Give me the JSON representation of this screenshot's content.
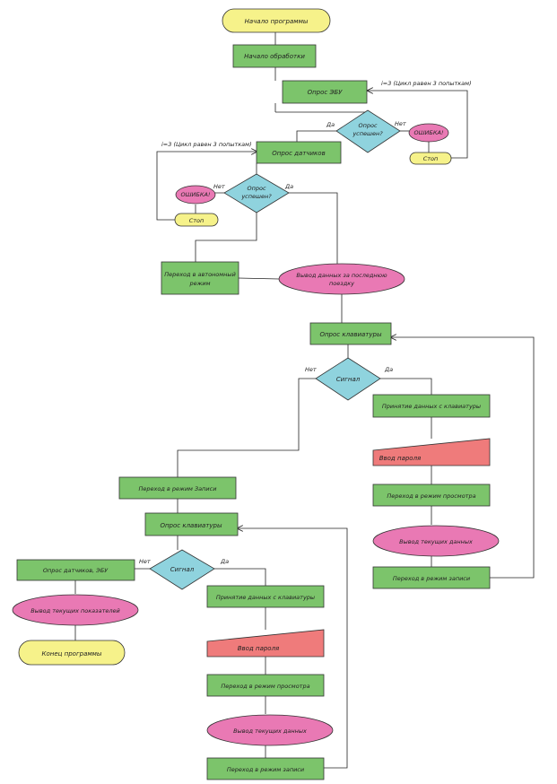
{
  "colors": {
    "process": "#7cc46b",
    "terminal": "#f6f28a",
    "output": "#e979b4",
    "decision": "#8fd3de",
    "manual_input": "#ef7b7b"
  },
  "nodes": {
    "start": "Начало программы",
    "begin_processing": "Начало обработки",
    "poll_ecu": "Опрос ЭБУ",
    "ecu_ok_q": [
      "Опрос",
      "успешен?"
    ],
    "ecu_error": "ОШИБКА!",
    "ecu_stop": "Стоп",
    "poll_sensors": "Опрос датчиков",
    "sensors_ok_q": [
      "Опрос",
      "успешен?"
    ],
    "sensors_error": "ОШИБКА!",
    "sensors_stop": "Стоп",
    "autonomous_mode": [
      "Переход в автономный",
      "режим"
    ],
    "last_trip_output": [
      "Вывод данных за последнюю",
      "поездку"
    ],
    "poll_keyboard_1": "Опрос клавиатуры",
    "signal_q_1": "Сигнал",
    "accept_keys_1": "Принятие данных с клавиатуры",
    "password_1": "Ввод пароля",
    "view_mode_1": "Переход в режим просмотра",
    "current_data_1": "Вывод текущих данных",
    "record_mode_1": "Переход в режим записи",
    "record_mode_left": "Переход в режим Записи",
    "poll_keyboard_2": "Опрос клавиатуры",
    "signal_q_2": "Сигнал",
    "poll_sensors_ecu": "Опрос датчиков, ЭБУ",
    "current_indicators": "Вывод текущих показателей",
    "end": "Конец программы",
    "accept_keys_2": "Принятие данных с клавиатуры",
    "password_2": "Ввод пароля",
    "view_mode_2": "Переход в режим просмотра",
    "current_data_2": "Вывод текущих данных",
    "record_mode_2": "Переход в режим записи"
  },
  "edge_labels": {
    "ecu_yes": "Да",
    "ecu_no": "Нет",
    "ecu_retry": "i=3 (Цикл равен 3 попыткам)",
    "sensors_yes": "Да",
    "sensors_no": "Нет",
    "sensors_retry": "i=3 (Цикл равен 3 попыткам)",
    "signal1_no": "Нет",
    "signal1_yes": "Да",
    "signal2_no": "Нет",
    "signal2_yes": "Да"
  }
}
